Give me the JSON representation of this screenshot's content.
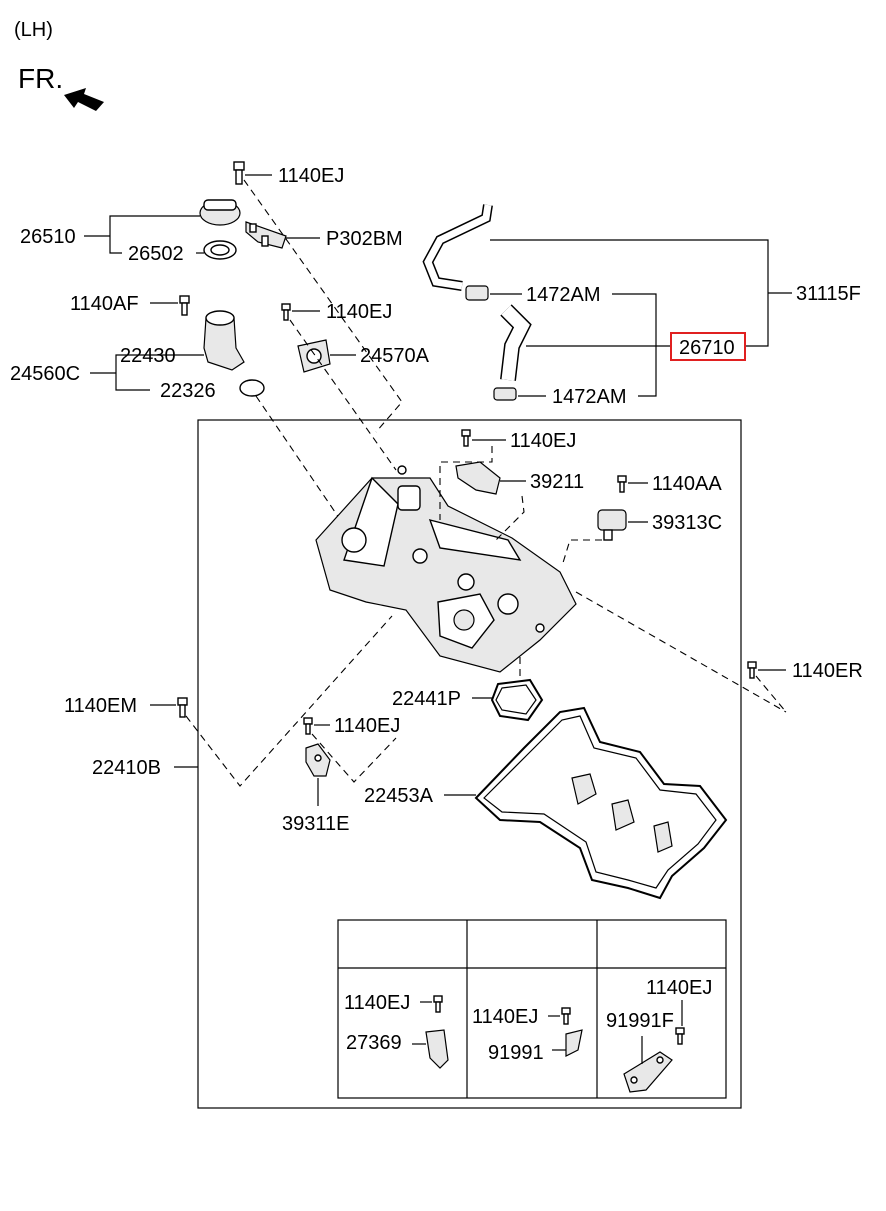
{
  "side": "(LH)",
  "front": "FR.",
  "highlight_color": "#e02020",
  "labels": {
    "p1140EJ_top": "1140EJ",
    "p26510": "26510",
    "pP302BM": "P302BM",
    "p26502": "26502",
    "p31115F": "31115F",
    "p1472AM_a": "1472AM",
    "p1140AF": "1140AF",
    "p1140EJ_b": "1140EJ",
    "p26710": "26710",
    "p22430": "22430",
    "p24570A": "24570A",
    "p24560C": "24560C",
    "p22326": "22326",
    "p1472AM_b": "1472AM",
    "p1140EJ_c": "1140EJ",
    "p39211": "39211",
    "p1140AA": "1140AA",
    "p39313C": "39313C",
    "p1140ER": "1140ER",
    "p22441P": "22441P",
    "p1140EM": "1140EM",
    "p1140EJ_d": "1140EJ",
    "p22410B": "22410B",
    "p22453A": "22453A",
    "p39311E": "39311E"
  },
  "table": {
    "c1": {
      "bolt": "1140EJ",
      "part": "27369"
    },
    "c2": {
      "bolt": "1140EJ",
      "part": "91991"
    },
    "c3": {
      "bolt": "1140EJ",
      "part": "91991F"
    }
  }
}
